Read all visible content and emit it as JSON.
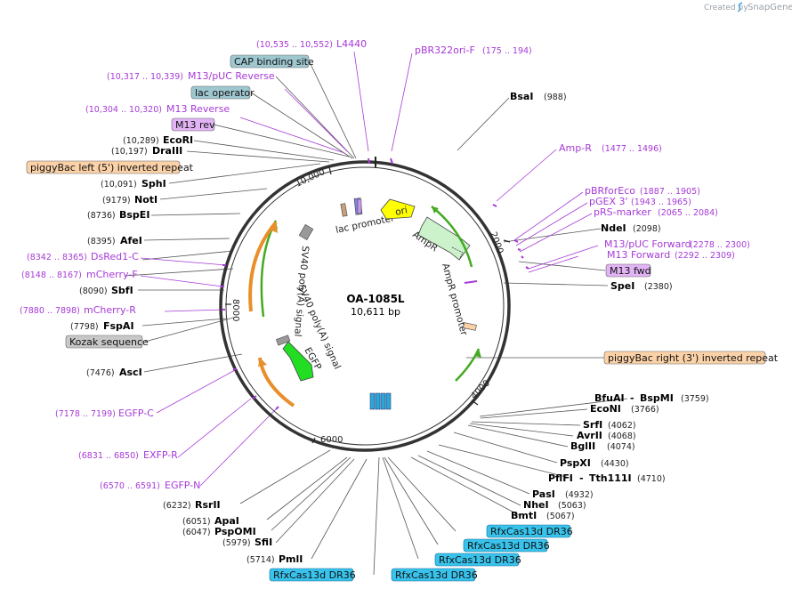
{
  "credit": {
    "created_by": "Created by",
    "brand": "SnapGene"
  },
  "plasmid": {
    "name": "OA-1085L",
    "size": "10,611 bp"
  },
  "ticks": [
    "2000",
    "4000",
    "6000",
    "8000",
    "10,000"
  ],
  "inner_labels": [
    "lac promoter",
    "ori",
    "AmpR",
    "AmpR promoter",
    "SV40 poly(A) signal",
    "SV40 poly(A) signal",
    "EGFP"
  ],
  "sites": [
    {
      "name": "BsaI",
      "pos": "(988)"
    },
    {
      "name": "NdeI",
      "pos": "(2098)"
    },
    {
      "name": "SpeI",
      "pos": "(2380)"
    },
    {
      "name": "BfuAI",
      "name2": "BspMI",
      "pos": "(3759)"
    },
    {
      "name": "EcoNI",
      "pos": "(3766)"
    },
    {
      "name": "SrfI",
      "pos": "(4062)"
    },
    {
      "name": "AvrII",
      "pos": "(4068)"
    },
    {
      "name": "BglII",
      "pos": "(4074)"
    },
    {
      "name": "PspXI",
      "pos": "(4430)"
    },
    {
      "name": "PflFI",
      "name2": "Tth111I",
      "pos": "(4710)"
    },
    {
      "name": "PasI",
      "pos": "(4932)"
    },
    {
      "name": "NheI",
      "pos": "(5063)"
    },
    {
      "name": "BmtI",
      "pos": "(5067)"
    },
    {
      "name": "PmlI",
      "pos": "(5714)"
    },
    {
      "name": "SfiI",
      "pos": "(5979)"
    },
    {
      "name": "PspOMI",
      "pos": "(6047)"
    },
    {
      "name": "ApaI",
      "pos": "(6051)"
    },
    {
      "name": "RsrII",
      "pos": "(6232)"
    },
    {
      "name": "AscI",
      "pos": "(7476)"
    },
    {
      "name": "FspAI",
      "pos": "(7798)"
    },
    {
      "name": "SbfI",
      "pos": "(8090)"
    },
    {
      "name": "AfeI",
      "pos": "(8395)"
    },
    {
      "name": "BspEI",
      "pos": "(8736)"
    },
    {
      "name": "NotI",
      "pos": "(9179)"
    },
    {
      "name": "SphI",
      "pos": "(10,091)"
    },
    {
      "name": "DraIII",
      "pos": "(10,197)"
    },
    {
      "name": "EcoRI",
      "pos": "(10,289)"
    }
  ],
  "primers": [
    {
      "name": "L4440",
      "pos": "(10,535 .. 10,552)"
    },
    {
      "name": "pBR322ori-F",
      "pos": "(175 .. 194)"
    },
    {
      "name": "M13/pUC Reverse",
      "pos": "(10,317 .. 10,339)"
    },
    {
      "name": "M13 Reverse",
      "pos": "(10,304 .. 10,320)"
    },
    {
      "name": "Amp-R",
      "pos": "(1477 .. 1496)"
    },
    {
      "name": "pBRforEco",
      "pos": "(1887 .. 1905)"
    },
    {
      "name": "pGEX 3'",
      "pos": "(1943 .. 1965)"
    },
    {
      "name": "pRS-marker",
      "pos": "(2065 .. 2084)"
    },
    {
      "name": "M13/pUC Forward",
      "pos": "(2278 .. 2300)"
    },
    {
      "name": "M13 Forward",
      "pos": "(2292 .. 2309)"
    },
    {
      "name": "DsRed1-C",
      "pos": "(8342 .. 8365)"
    },
    {
      "name": "mCherry-F",
      "pos": "(8148 .. 8167)"
    },
    {
      "name": "mCherry-R",
      "pos": "(7880 .. 7898)"
    },
    {
      "name": "EGFP-C",
      "pos": "(7178 .. 7199)"
    },
    {
      "name": "EXFP-R",
      "pos": "(6831 .. 6850)"
    },
    {
      "name": "EGFP-N",
      "pos": "(6570 .. 6591)"
    }
  ],
  "boxes": {
    "cap": "CAP binding site",
    "lacop": "lac operator",
    "m13rev": "M13 rev",
    "pbl": "piggyBac left (5') inverted repeat",
    "kozak": "Kozak sequence",
    "m13fwd": "M13 fwd",
    "pbr": "piggyBac right (3') inverted repeat",
    "dr36": "RfxCas13d DR36"
  },
  "colors": {
    "backbone": "#333333",
    "primer": "#a63ad6",
    "feature_gray_box": "#c8c8c8",
    "cap_box": "#9fc7d0",
    "pigbac_box": "#fbd2a8",
    "m13_box": "#e2b4f5",
    "dr36_box": "#38c3ec",
    "ori": "#ffff00",
    "ampr": "#ccf2cc",
    "egfp": "#22dd22",
    "arrow_orange": "#e88f2a",
    "arrow_green": "#44aa22"
  }
}
